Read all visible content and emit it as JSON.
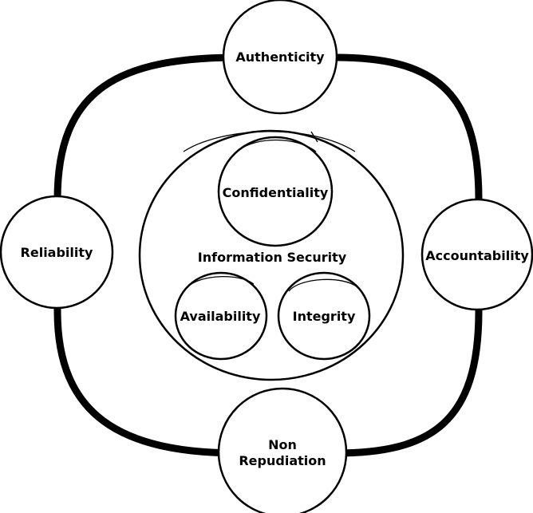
{
  "diagram": {
    "outer_nodes": {
      "top": "Authenticity",
      "right": "Accountability",
      "bottom_line1": "Non",
      "bottom_line2": "Repudiation",
      "left": "Reliability"
    },
    "center": {
      "label": "Information Security",
      "top": "Confidentiality",
      "left": "Availability",
      "right": "Integrity"
    }
  }
}
